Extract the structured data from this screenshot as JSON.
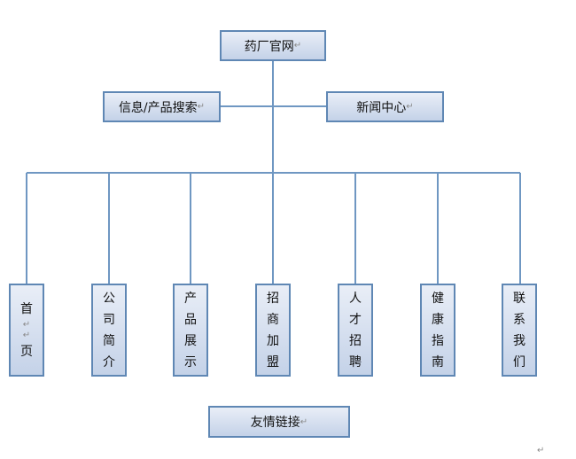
{
  "diagram": {
    "root": "药厂官网",
    "secondary": [
      "信息/产品搜索",
      "新闻中心"
    ],
    "sections": [
      [
        "首",
        "",
        "",
        "页"
      ],
      [
        "公",
        "司",
        "简",
        "介"
      ],
      [
        "产",
        "品",
        "展",
        "示"
      ],
      [
        "招",
        "商",
        "加",
        "盟"
      ],
      [
        "人",
        "才",
        "招",
        "聘"
      ],
      [
        "健",
        "康",
        "指",
        "南"
      ],
      [
        "联",
        "系",
        "我",
        "们"
      ]
    ],
    "footer": "友情链接",
    "paragraph_mark": "↵"
  },
  "colors": {
    "line": "#6f97c2",
    "border": "#5f87b4",
    "fill_top": "#e9eef7",
    "fill_bottom": "#c4d2e8"
  }
}
